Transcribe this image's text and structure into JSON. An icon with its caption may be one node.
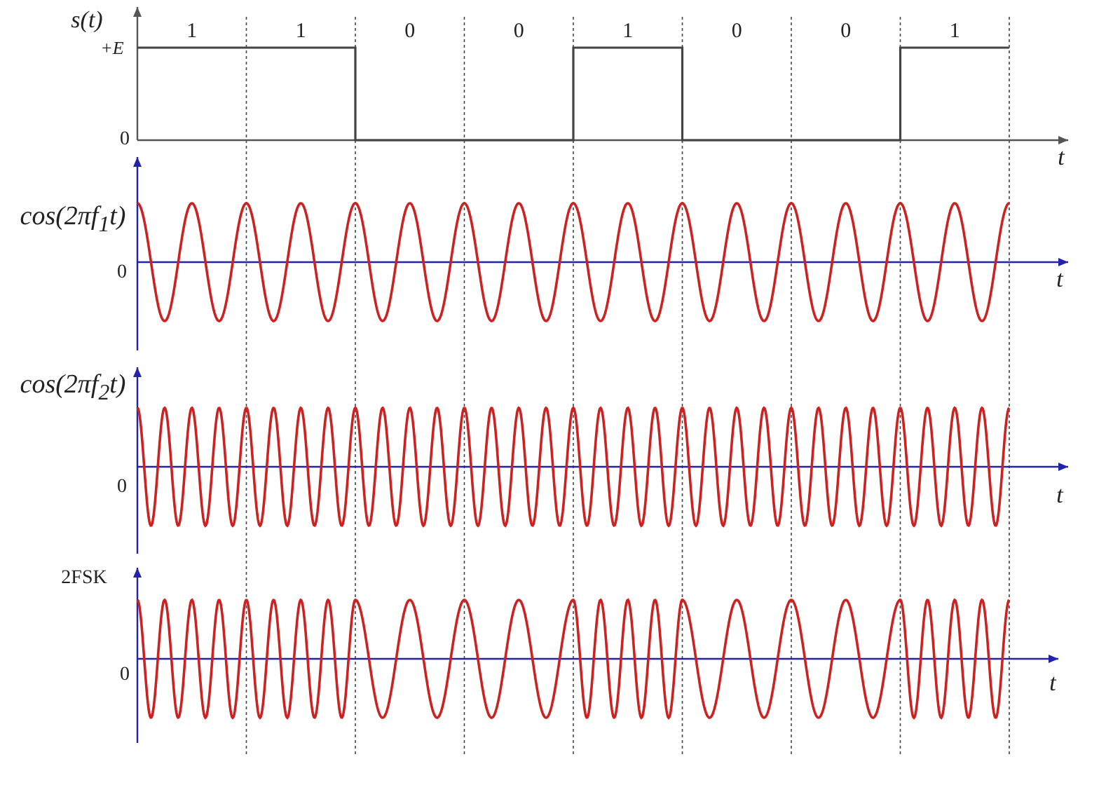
{
  "diagram": {
    "labels": [
      "s(t)",
      "+E",
      "0",
      "t",
      "1",
      "1",
      "0",
      "0",
      "1",
      "0",
      "0",
      "1",
      "cos(2πf$_{1}$t)",
      "0",
      "t",
      "cos(2πf$_{2}$t)",
      "0",
      "t",
      "2FSK",
      "0",
      "t"
    ]
  }
}
